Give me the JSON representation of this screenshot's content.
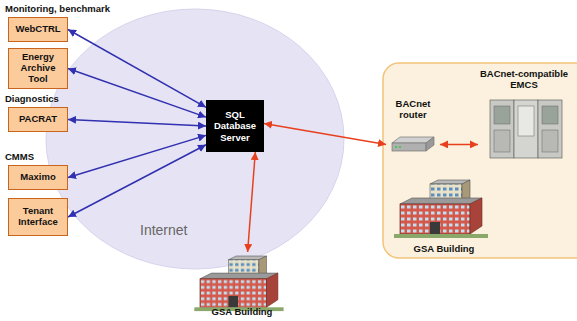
{
  "diagram": {
    "nodes": [
      {
        "text": [
          "Internet"
        ]
      },
      {
        "text": [
          "WebCTRL"
        ]
      },
      {
        "text": [
          "Energy Archive Tool"
        ]
      },
      {
        "text": [
          "PACRAT"
        ]
      },
      {
        "text": [
          "Maximo"
        ]
      },
      {
        "text": [
          "Tenant Interface"
        ]
      },
      {
        "text": [
          "SQL Database Server"
        ]
      },
      {
        "text": [
          "BACnet router"
        ]
      },
      {
        "text": [
          "BACnet-compatible EMCS"
        ]
      },
      {
        "text": [
          "GSA Building"
        ]
      },
      {
        "text": [
          "GSA Building"
        ]
      }
    ],
    "edges": [
      {
        "from": 1,
        "to": 6,
        "arrow": "both"
      },
      {
        "from": 2,
        "to": 6,
        "arrow": "both"
      },
      {
        "from": 3,
        "to": 6,
        "arrow": "both"
      },
      {
        "from": 4,
        "to": 6,
        "arrow": "both"
      },
      {
        "from": 5,
        "to": 6,
        "arrow": "both"
      },
      {
        "from": 6,
        "to": 7,
        "arrow": "both"
      },
      {
        "from": 7,
        "to": 8,
        "arrow": "both"
      },
      {
        "from": 6,
        "to": 10,
        "arrow": "both"
      }
    ],
    "labels": [
      "Monitoring, benchmark",
      "Diagnostics",
      "CMMS"
    ]
  }
}
